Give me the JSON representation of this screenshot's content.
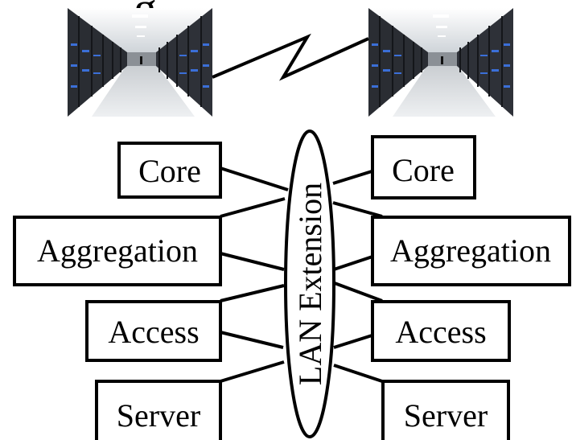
{
  "slide": {
    "title_fragment": "g"
  },
  "sites": {
    "left": {
      "photo_icon": "datacenter-photo-icon",
      "layers": [
        {
          "key": "core",
          "label": "Core"
        },
        {
          "key": "aggregation",
          "label": "Aggregation"
        },
        {
          "key": "access",
          "label": "Access"
        },
        {
          "key": "server",
          "label": "Server"
        }
      ]
    },
    "right": {
      "photo_icon": "datacenter-photo-icon",
      "layers": [
        {
          "key": "core",
          "label": "Core"
        },
        {
          "key": "aggregation",
          "label": "Aggregation"
        },
        {
          "key": "access",
          "label": "Access"
        },
        {
          "key": "server",
          "label": "Server"
        }
      ]
    }
  },
  "interconnect": {
    "label": "LAN Extension",
    "wan_link_icon": "zigzag-link-icon"
  },
  "colors": {
    "stroke": "#000000",
    "background": "#ffffff",
    "rack": "#2c2f36",
    "floor": "#dfe3e6",
    "ceiling": "#f4f6f8",
    "led_blue": "#3b6fd8"
  }
}
